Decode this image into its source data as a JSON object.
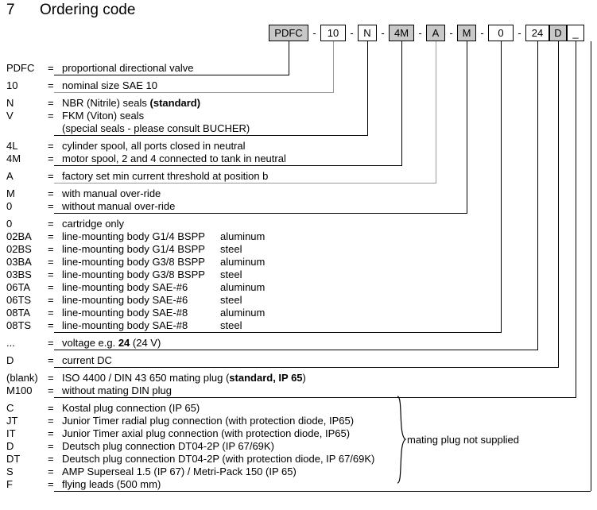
{
  "header": {
    "section_number": "7",
    "title": "Ordering code"
  },
  "code_string": {
    "items": [
      {
        "text": "PDFC",
        "shaded": true,
        "width": 50
      },
      {
        "sep": "-"
      },
      {
        "text": "10",
        "shaded": false,
        "width": 32
      },
      {
        "sep": "-"
      },
      {
        "text": "N",
        "shaded": false,
        "width": 24
      },
      {
        "sep": "-"
      },
      {
        "text": "4M",
        "shaded": true,
        "width": 32
      },
      {
        "sep": "-"
      },
      {
        "text": "A",
        "shaded": true,
        "width": 24
      },
      {
        "sep": "-"
      },
      {
        "text": "M",
        "shaded": true,
        "width": 24
      },
      {
        "sep": "-"
      },
      {
        "text": "0",
        "shaded": false,
        "width": 32
      },
      {
        "sep": "-"
      },
      {
        "text": "24",
        "shaded": false,
        "width": 30
      },
      {
        "text": "D",
        "shaded": true,
        "width": 22
      },
      {
        "text": "_",
        "shaded": false,
        "width": 22
      }
    ]
  },
  "legend": {
    "groups": [
      {
        "rows": [
          {
            "code": "PDFC",
            "eq": "=",
            "desc": "proportional directional valve"
          }
        ]
      },
      {
        "rows": [
          {
            "code": "10",
            "eq": "=",
            "desc": "nominal size SAE 10"
          }
        ]
      },
      {
        "rows": [
          {
            "code": "N",
            "eq": "=",
            "desc_html": "NBR (Nitrile) seals  <b>(standard)</b>"
          },
          {
            "code": "V",
            "eq": "=",
            "desc": "FKM (Viton) seals"
          },
          {
            "code": "",
            "eq": "",
            "desc": "(special seals - please consult BUCHER)"
          }
        ]
      },
      {
        "rows": [
          {
            "code": "4L",
            "eq": "=",
            "desc": "cylinder spool, all ports closed in neutral"
          },
          {
            "code": "4M",
            "eq": "=",
            "desc": "motor spool, 2 and 4 connected to tank in neutral"
          }
        ]
      },
      {
        "rows": [
          {
            "code": "A",
            "eq": "=",
            "desc": "factory set min current threshold at position b"
          }
        ]
      },
      {
        "rows": [
          {
            "code": "M",
            "eq": "=",
            "desc": "with manual over-ride"
          },
          {
            "code": "0",
            "eq": "=",
            "desc": "without manual over-ride"
          }
        ]
      },
      {
        "rows": [
          {
            "code": "0",
            "eq": "=",
            "desc": "cartridge only"
          },
          {
            "code": "02BA",
            "eq": "=",
            "desc": "line-mounting body G1/4 BSPP",
            "material": "aluminum"
          },
          {
            "code": "02BS",
            "eq": "=",
            "desc": "line-mounting body G1/4 BSPP",
            "material": "steel"
          },
          {
            "code": "03BA",
            "eq": "=",
            "desc": "line-mounting body G3/8 BSPP",
            "material": "aluminum"
          },
          {
            "code": "03BS",
            "eq": "=",
            "desc": "line-mounting body G3/8 BSPP",
            "material": "steel"
          },
          {
            "code": "06TA",
            "eq": "=",
            "desc": "line-mounting body SAE-#6",
            "material": "aluminum"
          },
          {
            "code": "06TS",
            "eq": "=",
            "desc": "line-mounting body SAE-#6",
            "material": "steel"
          },
          {
            "code": "08TA",
            "eq": "=",
            "desc": "line-mounting body SAE-#8",
            "material": "aluminum"
          },
          {
            "code": "08TS",
            "eq": "=",
            "desc": "line-mounting body SAE-#8",
            "material": "steel"
          }
        ]
      },
      {
        "rows": [
          {
            "code": "...",
            "eq": "=",
            "desc_html": "voltage e.g. <b>24</b> (24 V)"
          }
        ]
      },
      {
        "rows": [
          {
            "code": "D",
            "eq": "=",
            "desc": "current  DC"
          }
        ]
      },
      {
        "rows": [
          {
            "code": "(blank)",
            "eq": "=",
            "desc_html": "ISO 4400 / DIN 43 650 mating plug (<b>standard, IP 65</b>)"
          },
          {
            "code": "M100",
            "eq": "=",
            "desc": "without mating DIN plug"
          }
        ]
      },
      {
        "rows": [
          {
            "code": "C",
            "eq": "=",
            "desc": "Kostal plug connection (IP 65)"
          },
          {
            "code": "JT",
            "eq": "=",
            "desc": "Junior Timer radial plug connection (with protection diode, IP65)"
          },
          {
            "code": "IT",
            "eq": "=",
            "desc": "Junior Timer axial plug connection (with protection diode, IP65)"
          },
          {
            "code": "D",
            "eq": "=",
            "desc": "Deutsch plug connection DT04-2P (IP 67/69K)"
          },
          {
            "code": "DT",
            "eq": "=",
            "desc": "Deutsch plug connection DT04-2P (with protection diode, IP 67/69K)"
          },
          {
            "code": "S",
            "eq": "=",
            "desc": "AMP Superseal 1.5 (IP 67) / Metri-Pack 150 (IP 65)"
          },
          {
            "code": "F",
            "eq": "=",
            "desc": "flying leads (500 mm)"
          }
        ]
      }
    ]
  },
  "brace": {
    "label": "mating plug not supplied"
  },
  "colors": {
    "shaded_box": "#c8c8c8",
    "line": "#000000",
    "line_grey": "#9a9a9a",
    "text": "#000000",
    "background": "#ffffff"
  }
}
